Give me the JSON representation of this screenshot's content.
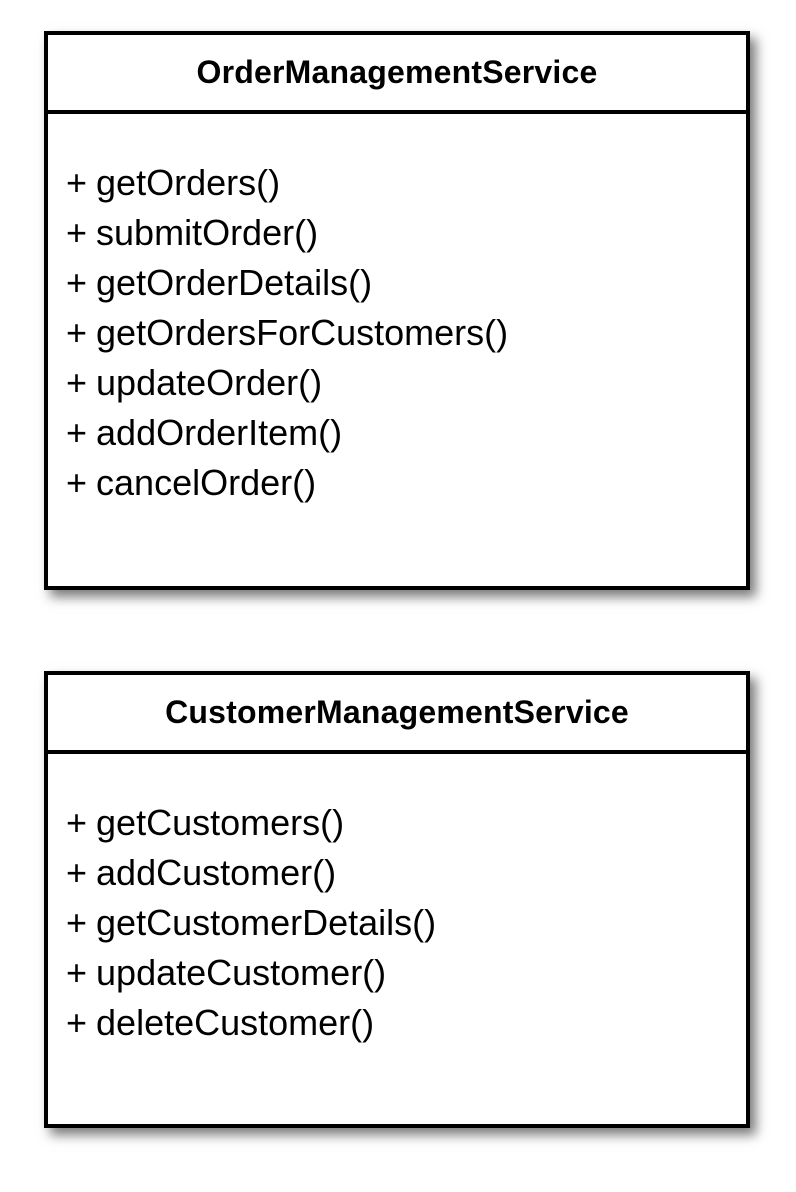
{
  "diagram": {
    "type": "uml-class-diagram",
    "background_color": "#ffffff",
    "border_color": "#000000",
    "text_color": "#000000",
    "classes": [
      {
        "id": "order-management-service",
        "name": "OrderManagementService",
        "members": [
          {
            "visibility": "+",
            "name": "getOrders()"
          },
          {
            "visibility": "+",
            "name": "submitOrder()"
          },
          {
            "visibility": "+",
            "name": "getOrderDetails()"
          },
          {
            "visibility": "+",
            "name": "getOrdersForCustomers()"
          },
          {
            "visibility": "+",
            "name": "updateOrder()"
          },
          {
            "visibility": "+",
            "name": "addOrderItem()"
          },
          {
            "visibility": "+",
            "name": "cancelOrder()"
          }
        ]
      },
      {
        "id": "customer-management-service",
        "name": "CustomerManagementService",
        "members": [
          {
            "visibility": "+",
            "name": "getCustomers()"
          },
          {
            "visibility": "+",
            "name": "addCustomer()"
          },
          {
            "visibility": "+",
            "name": "getCustomerDetails()"
          },
          {
            "visibility": "+",
            "name": "updateCustomer()"
          },
          {
            "visibility": "+",
            "name": "deleteCustomer()"
          }
        ]
      }
    ]
  }
}
